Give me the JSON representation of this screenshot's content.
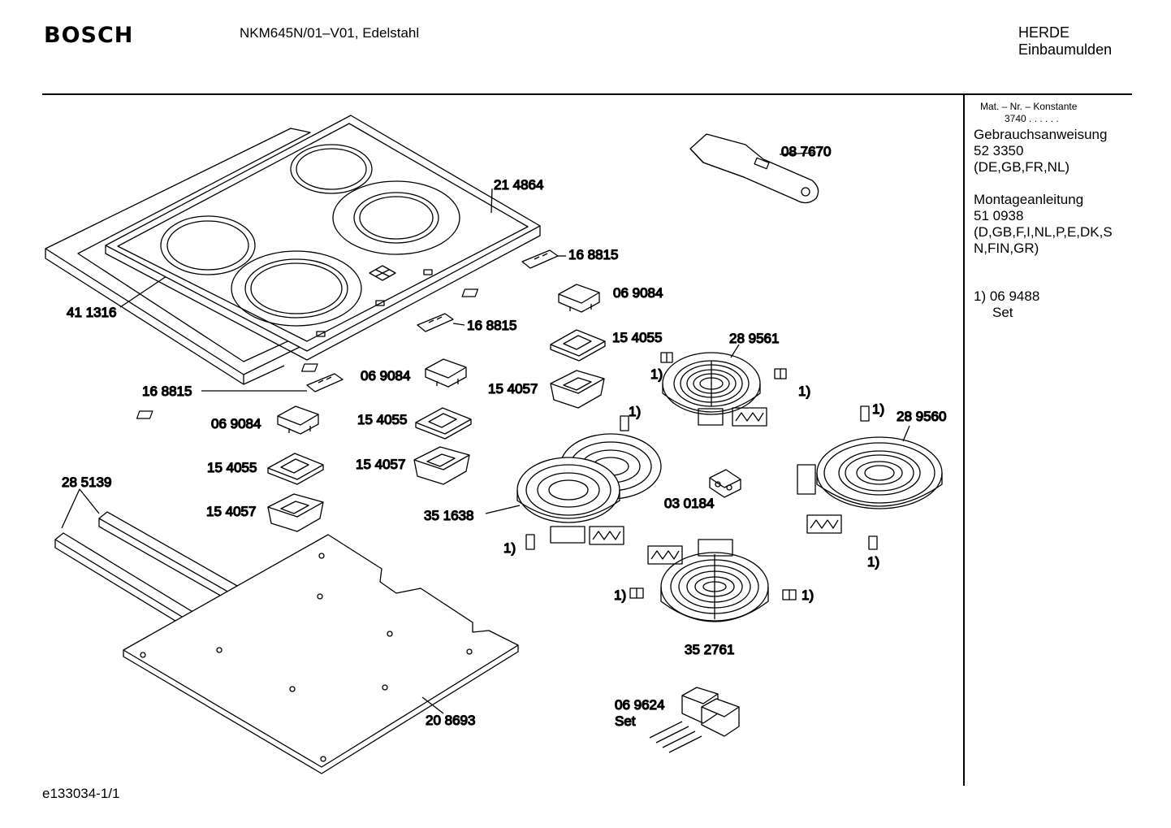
{
  "header": {
    "brand": "BOSCH",
    "model": "NKM645N/01–V01, Edelstahl",
    "category_line1": "HERDE",
    "category_line2": "Einbaumulden"
  },
  "sidebar": {
    "mat_nr_label": "Mat. – Nr. – Konstante",
    "mat_nr_value": "3740 . . . . . .",
    "manual_title": "Gebrauchsanweisung",
    "manual_number": "52 3350",
    "manual_langs": "(DE,GB,FR,NL)",
    "install_title": "Montageanleitung",
    "install_number": "51 0938",
    "install_langs_1": "(D,GB,F,I,NL,P,E,DK,S",
    "install_langs_2": "N,FIN,GR)",
    "note_number": "1) 06 9488",
    "note_text": "Set"
  },
  "parts": {
    "p087670": "08 7670",
    "p214864": "21 4864",
    "p411316": "41 1316",
    "p168815_a": "16 8815",
    "p168815_b": "16 8815",
    "p168815_c": "16 8815",
    "p069084_a": "06 9084",
    "p069084_b": "06 9084",
    "p069084_c": "06 9084",
    "p154055_a": "15 4055",
    "p154055_b": "15 4055",
    "p154055_c": "15 4055",
    "p154057_a": "15 4057",
    "p154057_b": "15 4057",
    "p154057_c": "15 4057",
    "p289561": "28 9561",
    "p289560": "28 9560",
    "p351638": "35 1638",
    "p030184": "03 0184",
    "p352761": "35 2761",
    "p285139": "28 5139",
    "p208693": "20 8693",
    "p069624": "06 9624",
    "p069624_set": "Set"
  },
  "footnote_marker": "1)",
  "footer": {
    "doc_id": "e133034-1/1"
  }
}
